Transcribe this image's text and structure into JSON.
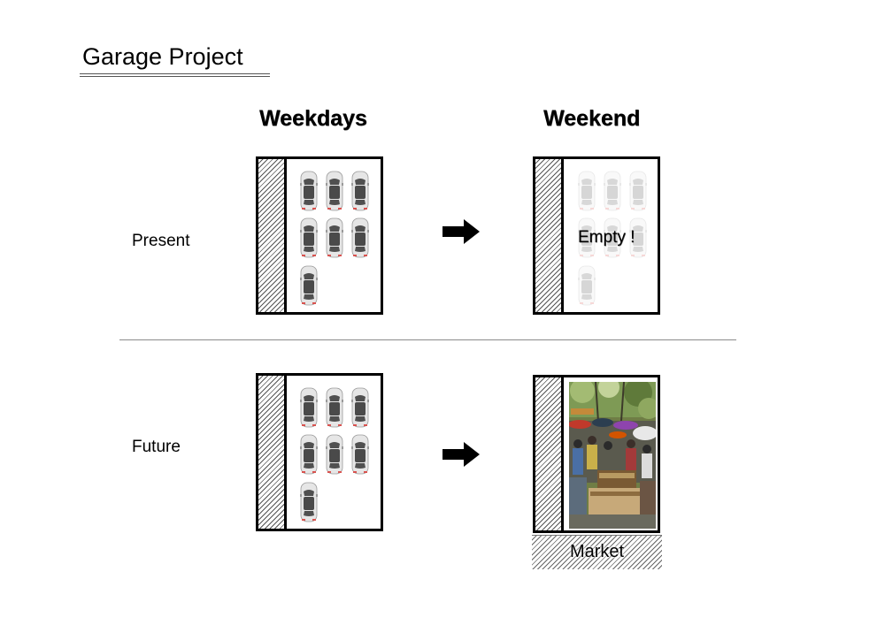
{
  "header": {
    "title": "Garage Project"
  },
  "columns": {
    "left": "Weekdays",
    "right": "Weekend"
  },
  "rows": {
    "present": "Present",
    "future": "Future"
  },
  "annotations": {
    "empty": "Empty !",
    "market": "Market"
  },
  "icons": {
    "arrow": "right-arrow-icon",
    "car": "car-icon"
  },
  "colors": {
    "outline": "#000000",
    "car_body": "#e6e6e6",
    "car_glass": "#505050",
    "car_light": "#d9534f"
  },
  "garages": {
    "present_weekdays": {
      "parked_cars": 7
    },
    "present_weekend": {
      "parked_cars": 0
    },
    "future_weekdays": {
      "parked_cars": 7
    }
  }
}
